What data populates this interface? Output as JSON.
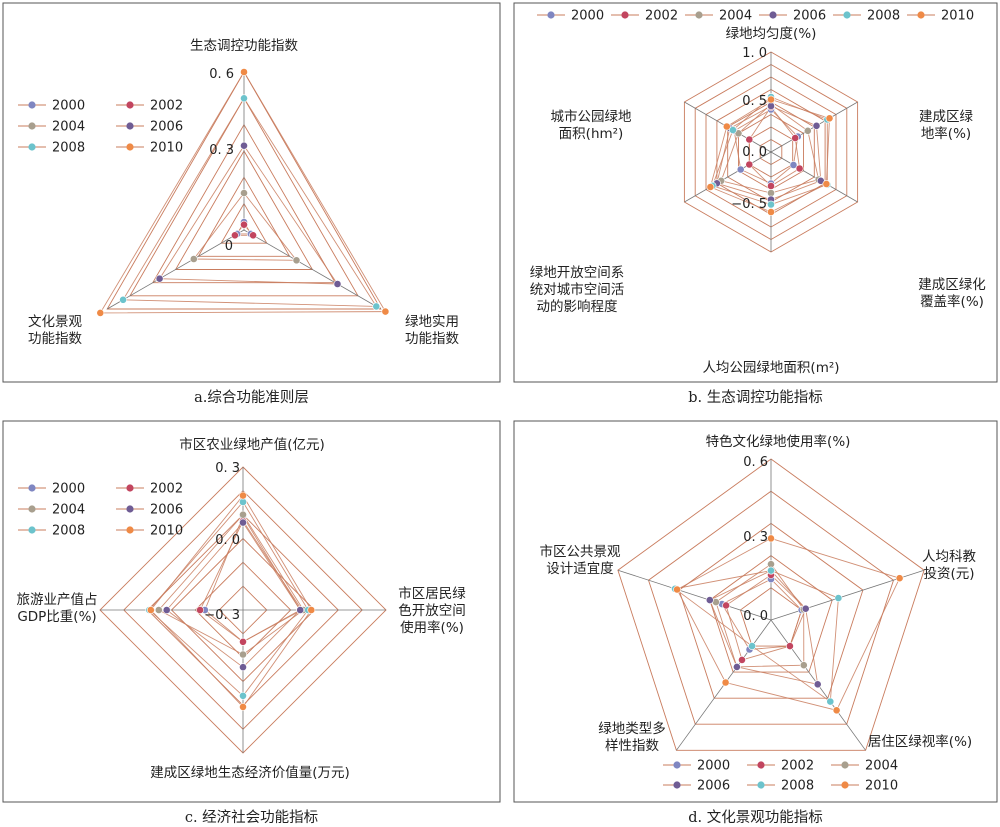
{
  "colors": {
    "2000": "#7f86c1",
    "2002": "#c2455f",
    "2004": "#a89f8e",
    "2006": "#6f5c94",
    "2008": "#6cc3cc",
    "2010": "#ef8a46",
    "grid": "#c97c5e",
    "frame": "#555555"
  },
  "chart_data": [
    {
      "id": "a",
      "type": "radar",
      "caption": "a.综合功能准则层",
      "axes": [
        {
          "label_lines": [
            "生态调控功能指数"
          ]
        },
        {
          "label_lines": [
            "绿地实用",
            "功能指数"
          ]
        },
        {
          "label_lines": [
            "文化景观",
            "功能指数"
          ]
        }
      ],
      "range": [
        0,
        0.6
      ],
      "ticks": [
        "0",
        "0. 3",
        "0. 6"
      ],
      "grid_levels": [
        0,
        0.1,
        0.2,
        0.3,
        0.4,
        0.5,
        0.6
      ],
      "legend_position": "top-left",
      "series": [
        {
          "name": "2000",
          "values": [
            0.03,
            0.03,
            0.03
          ]
        },
        {
          "name": "2002",
          "values": [
            0.02,
            0.04,
            0.04
          ]
        },
        {
          "name": "2004",
          "values": [
            0.14,
            0.23,
            0.22
          ]
        },
        {
          "name": "2006",
          "values": [
            0.32,
            0.41,
            0.37
          ]
        },
        {
          "name": "2008",
          "values": [
            0.5,
            0.58,
            0.53
          ]
        },
        {
          "name": "2010",
          "values": [
            0.6,
            0.62,
            0.63
          ]
        }
      ]
    },
    {
      "id": "b",
      "type": "radar",
      "caption": "b. 生态调控功能指标",
      "axes": [
        {
          "label_lines": [
            "绿地均匀度(%)"
          ]
        },
        {
          "label_lines": [
            "建成区绿",
            "地率(%)"
          ]
        },
        {
          "label_lines": [
            "建成区绿化",
            "覆盖率(%)"
          ]
        },
        {
          "label_lines": [
            "人均公园绿地面积(m²)"
          ]
        },
        {
          "label_lines": [
            "绿地开放空间系",
            "统对城市空间活",
            "动的影响程度"
          ]
        },
        {
          "label_lines": [
            "城市公园绿地",
            "面积(hm²)"
          ]
        }
      ],
      "range": [
        -1.0,
        1.0
      ],
      "ticks": [
        "−0. 5",
        "0. 0",
        "0. 5",
        "1. 0"
      ],
      "grid_levels": [
        -1.0,
        -0.75,
        -0.5,
        -0.25,
        0,
        0.25,
        0.5,
        0.75,
        1.0
      ],
      "legend_position": "top",
      "series": [
        {
          "name": "2000",
          "values": [
            -0.15,
            -0.38,
            -0.48,
            -0.37,
            -0.3,
            -0.15
          ]
        },
        {
          "name": "2002",
          "values": [
            -0.1,
            -0.44,
            -0.34,
            -0.32,
            -0.5,
            -0.5
          ]
        },
        {
          "name": "2004",
          "values": [
            -0.05,
            -0.15,
            0.1,
            -0.18,
            0.15,
            -0.25
          ]
        },
        {
          "name": "2006",
          "values": [
            -0.08,
            0.05,
            0.15,
            -0.05,
            0.25,
            -0.05
          ]
        },
        {
          "name": "2008",
          "values": [
            0.1,
            0.3,
            0.3,
            0.05,
            0.35,
            -0.12
          ]
        },
        {
          "name": "2010",
          "values": [
            0.05,
            0.35,
            0.28,
            0.2,
            0.4,
            0.02
          ]
        }
      ]
    },
    {
      "id": "c",
      "type": "radar",
      "caption": "c. 经济社会功能指标",
      "axes": [
        {
          "label_lines": [
            "市区农业绿地产值(亿元)"
          ]
        },
        {
          "label_lines": [
            "市区居民绿",
            "色开放空间",
            "使用率(%)"
          ]
        },
        {
          "label_lines": [
            "建成区绿地生态经济价值量(万元)"
          ]
        },
        {
          "label_lines": [
            "旅游业产值占",
            "GDP比重(%)"
          ]
        }
      ],
      "range": [
        -0.6,
        0.3
      ],
      "ticks": [
        "−0. 3",
        "0. 0",
        "0. 3"
      ],
      "grid_levels": [
        -0.6,
        -0.45,
        -0.3,
        -0.15,
        0,
        0.15,
        0.3
      ],
      "legend_position": "top-left",
      "series": [
        {
          "name": "2000",
          "values": [
            -0.01,
            -0.24,
            -0.4,
            -0.36
          ]
        },
        {
          "name": "2002",
          "values": [
            -0.04,
            -0.23,
            -0.4,
            -0.33
          ]
        },
        {
          "name": "2004",
          "values": [
            0.0,
            -0.22,
            -0.32,
            -0.07
          ]
        },
        {
          "name": "2006",
          "values": [
            -0.05,
            -0.24,
            -0.24,
            -0.12
          ]
        },
        {
          "name": "2008",
          "values": [
            0.08,
            -0.19,
            -0.06,
            -0.01
          ]
        },
        {
          "name": "2010",
          "values": [
            0.12,
            -0.17,
            0.01,
            -0.02
          ]
        }
      ]
    },
    {
      "id": "d",
      "type": "radar",
      "caption": "d. 文化景观功能指标",
      "axes": [
        {
          "label_lines": [
            "特色文化绿地使用率(%)"
          ]
        },
        {
          "label_lines": [
            "人均科教",
            "投资(元)"
          ]
        },
        {
          "label_lines": [
            "居住区绿视率(%)"
          ]
        },
        {
          "label_lines": [
            "绿地类型多",
            "样性指数"
          ]
        },
        {
          "label_lines": [
            "市区公共景观",
            "设计适宜度"
          ]
        }
      ],
      "range": [
        -0.15,
        0.6
      ],
      "ticks": [
        "0. 0",
        "0. 3",
        "0. 6"
      ],
      "grid_levels": [
        -0.15,
        0,
        0.15,
        0.3,
        0.45,
        0.6
      ],
      "legend_position": "bottom",
      "series": [
        {
          "name": "2000",
          "values": [
            0.04,
            0.0,
            0.0,
            0.02,
            0.09
          ]
        },
        {
          "name": "2002",
          "values": [
            0.06,
            0.02,
            0.0,
            0.08,
            0.07
          ]
        },
        {
          "name": "2004",
          "values": [
            0.11,
            0.01,
            0.11,
            0.12,
            0.12
          ]
        },
        {
          "name": "2006",
          "values": [
            0.08,
            0.02,
            0.22,
            0.12,
            0.15
          ]
        },
        {
          "name": "2008",
          "values": [
            0.08,
            0.18,
            0.32,
            0.0,
            0.32
          ]
        },
        {
          "name": "2010",
          "values": [
            0.23,
            0.48,
            0.37,
            0.21,
            0.31
          ]
        }
      ]
    }
  ]
}
